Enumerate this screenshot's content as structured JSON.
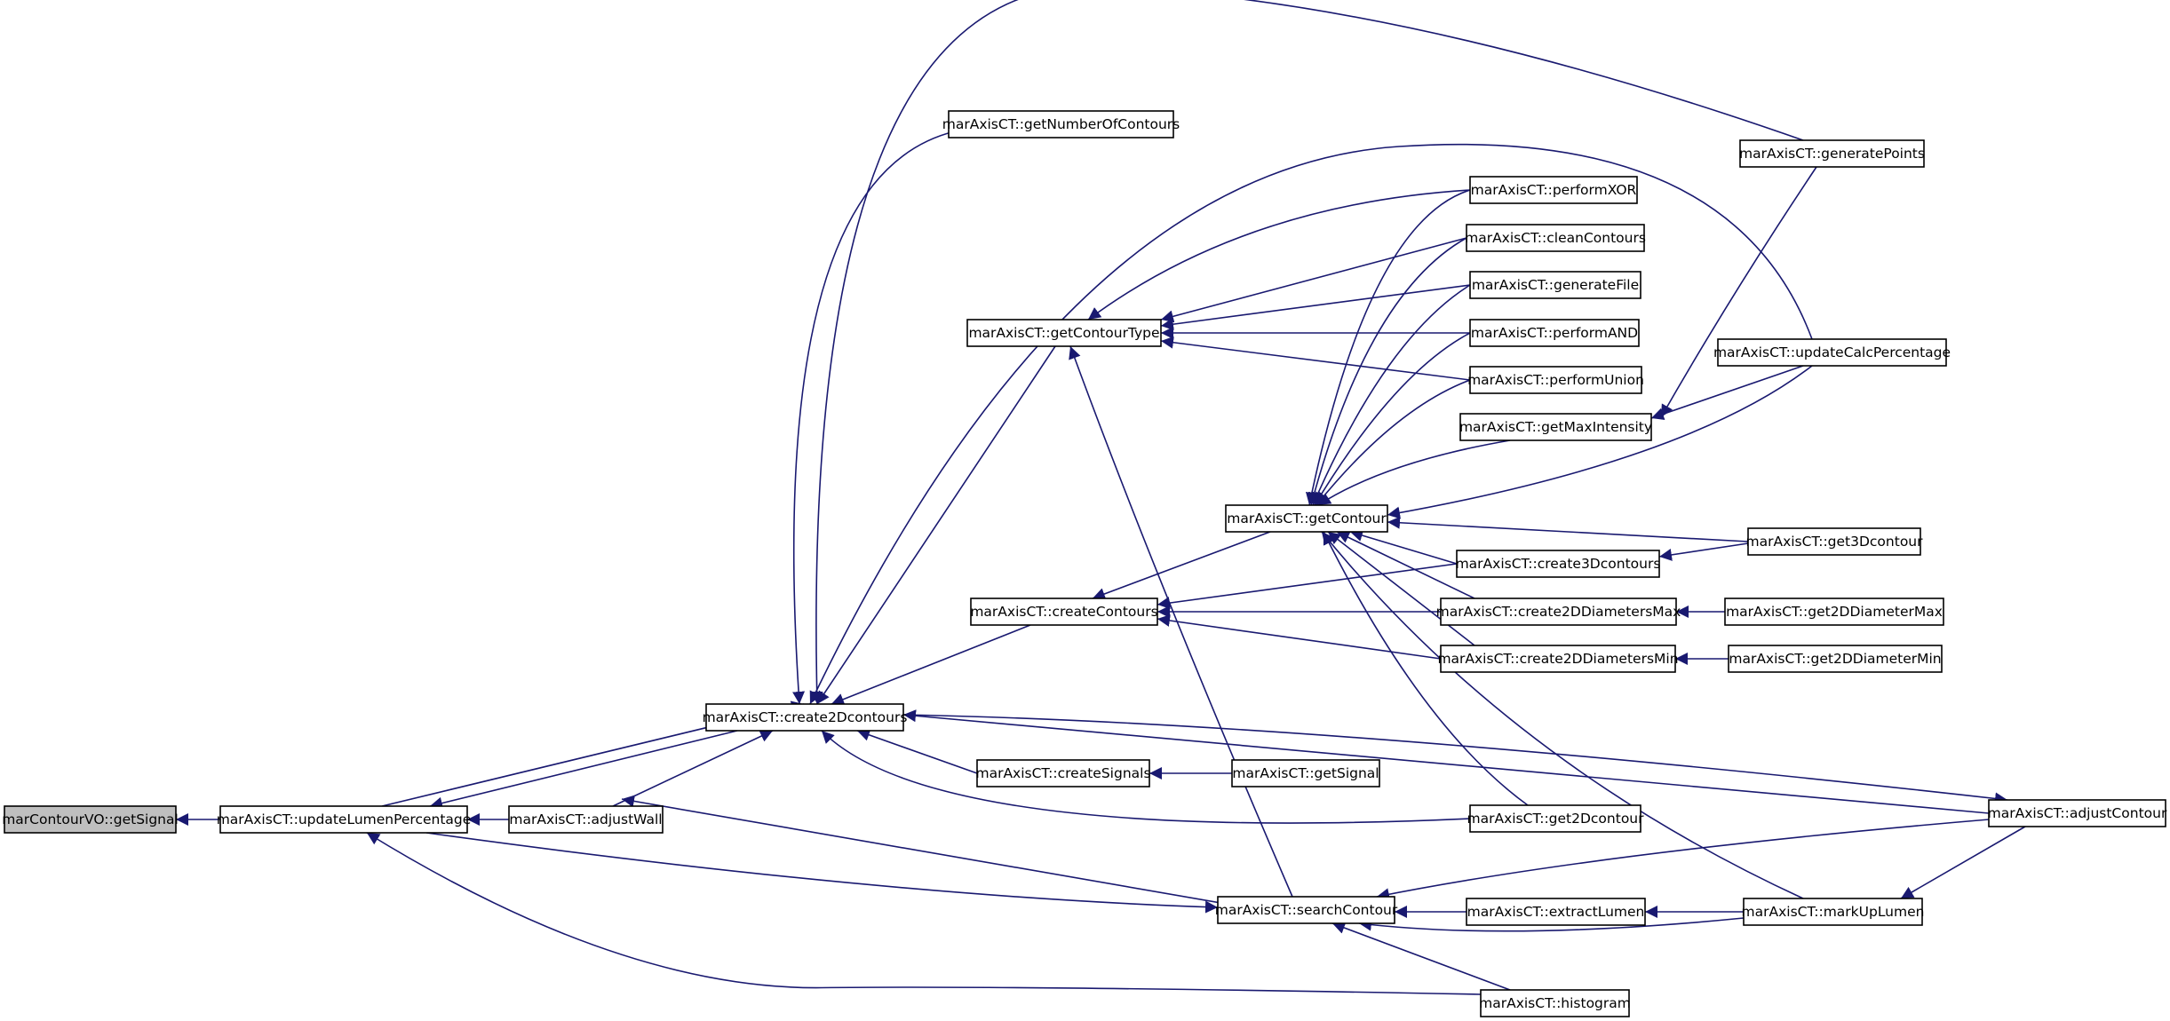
{
  "graph": {
    "colors": {
      "edge": "#191970",
      "node_border": "#000000",
      "node_fill": "#ffffff",
      "highlight_fill": "#bfbfbf",
      "background": "#ffffff"
    },
    "nodes": [
      {
        "id": "n0",
        "label": "marContourVO::getSignal",
        "highlight": true
      },
      {
        "id": "n1",
        "label": "marAxisCT::updateLumenPercentage"
      },
      {
        "id": "n2",
        "label": "marAxisCT::adjustWall"
      },
      {
        "id": "n3",
        "label": "marAxisCT::create2Dcontours"
      },
      {
        "id": "n4",
        "label": "marAxisCT::getNumberOfContours"
      },
      {
        "id": "n5",
        "label": "marAxisCT::getContourType"
      },
      {
        "id": "n6",
        "label": "marAxisCT::createContours"
      },
      {
        "id": "n7",
        "label": "marAxisCT::createSignals"
      },
      {
        "id": "n8",
        "label": "marAxisCT::getSignal"
      },
      {
        "id": "n9",
        "label": "marAxisCT::getContour"
      },
      {
        "id": "n10",
        "label": "marAxisCT::searchContour"
      },
      {
        "id": "n11",
        "label": "marAxisCT::performXOR"
      },
      {
        "id": "n12",
        "label": "marAxisCT::cleanContours"
      },
      {
        "id": "n13",
        "label": "marAxisCT::generateFile"
      },
      {
        "id": "n14",
        "label": "marAxisCT::performAND"
      },
      {
        "id": "n15",
        "label": "marAxisCT::performUnion"
      },
      {
        "id": "n16",
        "label": "marAxisCT::getMaxIntensity"
      },
      {
        "id": "n17",
        "label": "marAxisCT::create3Dcontours"
      },
      {
        "id": "n18",
        "label": "marAxisCT::create2DDiametersMax"
      },
      {
        "id": "n19",
        "label": "marAxisCT::create2DDiametersMin"
      },
      {
        "id": "n20",
        "label": "marAxisCT::get2Dcontour"
      },
      {
        "id": "n21",
        "label": "marAxisCT::extractLumen"
      },
      {
        "id": "n22",
        "label": "marAxisCT::histogram"
      },
      {
        "id": "n23",
        "label": "marAxisCT::generatePoints"
      },
      {
        "id": "n24",
        "label": "marAxisCT::updateCalcPercentage"
      },
      {
        "id": "n25",
        "label": "marAxisCT::get3Dcontour"
      },
      {
        "id": "n26",
        "label": "marAxisCT::get2DDiameterMax"
      },
      {
        "id": "n27",
        "label": "marAxisCT::get2DDiameterMin"
      },
      {
        "id": "n28",
        "label": "marAxisCT::adjustContour"
      },
      {
        "id": "n29",
        "label": "marAxisCT::markUpLumen"
      }
    ],
    "edges": [
      {
        "from": "n1",
        "to": "n0"
      },
      {
        "from": "n3",
        "to": "n1"
      },
      {
        "from": "n2",
        "to": "n1"
      },
      {
        "from": "n22",
        "to": "n1"
      },
      {
        "from": "n1",
        "to": "n3"
      },
      {
        "from": "n2",
        "to": "n3"
      },
      {
        "from": "n4",
        "to": "n3"
      },
      {
        "from": "n5",
        "to": "n3"
      },
      {
        "from": "n6",
        "to": "n3"
      },
      {
        "from": "n7",
        "to": "n3"
      },
      {
        "from": "n20",
        "to": "n3"
      },
      {
        "from": "n28",
        "to": "n3"
      },
      {
        "from": "n23",
        "to": "n3"
      },
      {
        "from": "n24",
        "to": "n3"
      },
      {
        "from": "n10",
        "to": "n2"
      },
      {
        "from": "n11",
        "to": "n5"
      },
      {
        "from": "n12",
        "to": "n5"
      },
      {
        "from": "n13",
        "to": "n5"
      },
      {
        "from": "n14",
        "to": "n5"
      },
      {
        "from": "n15",
        "to": "n5"
      },
      {
        "from": "n10",
        "to": "n5"
      },
      {
        "from": "n9",
        "to": "n6"
      },
      {
        "from": "n17",
        "to": "n6"
      },
      {
        "from": "n18",
        "to": "n6"
      },
      {
        "from": "n19",
        "to": "n6"
      },
      {
        "from": "n8",
        "to": "n7"
      },
      {
        "from": "n11",
        "to": "n9"
      },
      {
        "from": "n12",
        "to": "n9"
      },
      {
        "from": "n13",
        "to": "n9"
      },
      {
        "from": "n14",
        "to": "n9"
      },
      {
        "from": "n15",
        "to": "n9"
      },
      {
        "from": "n16",
        "to": "n9"
      },
      {
        "from": "n24",
        "to": "n9"
      },
      {
        "from": "n25",
        "to": "n9"
      },
      {
        "from": "n17",
        "to": "n9"
      },
      {
        "from": "n18",
        "to": "n9"
      },
      {
        "from": "n19",
        "to": "n9"
      },
      {
        "from": "n20",
        "to": "n9"
      },
      {
        "from": "n29",
        "to": "n9"
      },
      {
        "from": "n1",
        "to": "n10"
      },
      {
        "from": "n28",
        "to": "n10"
      },
      {
        "from": "n21",
        "to": "n10"
      },
      {
        "from": "n29",
        "to": "n10"
      },
      {
        "from": "n22",
        "to": "n10"
      },
      {
        "from": "n24",
        "to": "n16"
      },
      {
        "from": "n23",
        "to": "n16"
      },
      {
        "from": "n25",
        "to": "n17"
      },
      {
        "from": "n26",
        "to": "n18"
      },
      {
        "from": "n27",
        "to": "n19"
      },
      {
        "from": "n29",
        "to": "n21"
      },
      {
        "from": "n28",
        "to": "n29"
      },
      {
        "from": "n3",
        "to": "n28"
      }
    ]
  }
}
